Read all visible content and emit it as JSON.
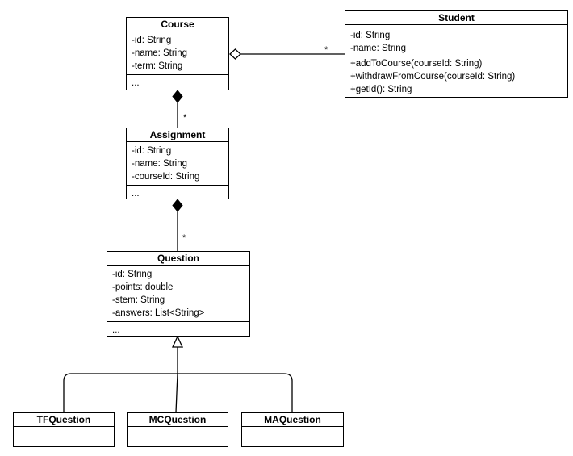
{
  "classes": {
    "course": {
      "name": "Course",
      "attributes": [
        "-id: String",
        "-name: String",
        "-term: String"
      ],
      "more": "..."
    },
    "student": {
      "name": "Student",
      "attributes": [
        "-id: String",
        "-name: String"
      ],
      "operations": [
        "+addToCourse(courseId: String)",
        "+withdrawFromCourse(courseId: String)",
        "+getId(): String"
      ]
    },
    "assignment": {
      "name": "Assignment",
      "attributes": [
        "-id: String",
        "-name: String",
        "-courseId: String"
      ],
      "more": "..."
    },
    "question": {
      "name": "Question",
      "attributes": [
        "-id: String",
        "-points: double",
        "-stem: String",
        "-answers: List<String>"
      ],
      "more": "..."
    },
    "tfquestion": {
      "name": "TFQuestion"
    },
    "mcquestion": {
      "name": "MCQuestion"
    },
    "maquestion": {
      "name": "MAQuestion"
    }
  },
  "relations": {
    "course_student": {
      "type": "aggregation",
      "multiplicity": "*"
    },
    "course_assignment": {
      "type": "composition",
      "multiplicity": "*"
    },
    "assignment_question": {
      "type": "composition",
      "multiplicity": "*"
    },
    "question_subclasses": {
      "type": "generalization"
    }
  }
}
